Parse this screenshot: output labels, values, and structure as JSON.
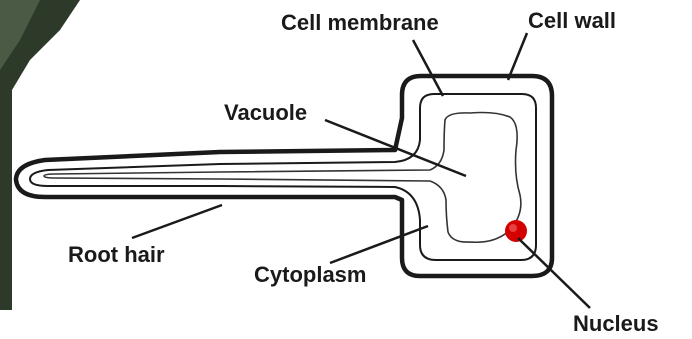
{
  "diagram": {
    "labels": {
      "cell_membrane": "Cell membrane",
      "cell_wall": "Cell wall",
      "vacuole": "Vacuole",
      "root_hair": "Root hair",
      "cytoplasm": "Cytoplasm",
      "nucleus": "Nucleus"
    },
    "colors": {
      "outline": "#1a1a1a",
      "nucleus": "#d40000",
      "background": "#ffffff",
      "photo_strip": "#2d3a2a"
    }
  }
}
